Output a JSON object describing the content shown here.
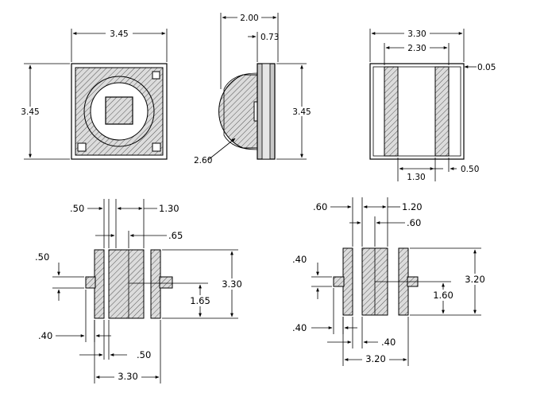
{
  "drawing": {
    "views": {
      "top_view": {
        "width": "3.45",
        "height": "3.45"
      },
      "side_view": {
        "total_depth": "2.00",
        "body_thickness": "0.73",
        "height": "3.45",
        "dome_diameter": "2.60"
      },
      "bottom_view": {
        "width": "3.30",
        "pad_span": "2.30",
        "edge_gap": "0.05",
        "center_gap": "1.30",
        "pad_width": "0.50"
      },
      "footprint_a": {
        "d_050_top": ".50",
        "d_130": "1.30",
        "d_065": ".65",
        "d_050_left": ".50",
        "d_330_right": "3.30",
        "d_165": "1.65",
        "d_040": ".40",
        "d_050_bottom": ".50",
        "d_330_bottom": "3.30"
      },
      "footprint_b": {
        "d_060_top": ".60",
        "d_120": "1.20",
        "d_060_mid": ".60",
        "d_040_left": ".40",
        "d_320_right": "3.20",
        "d_160": "1.60",
        "d_040_bottom_left": ".40",
        "d_040_bottom": ".40",
        "d_320_bottom": "3.20"
      }
    }
  }
}
